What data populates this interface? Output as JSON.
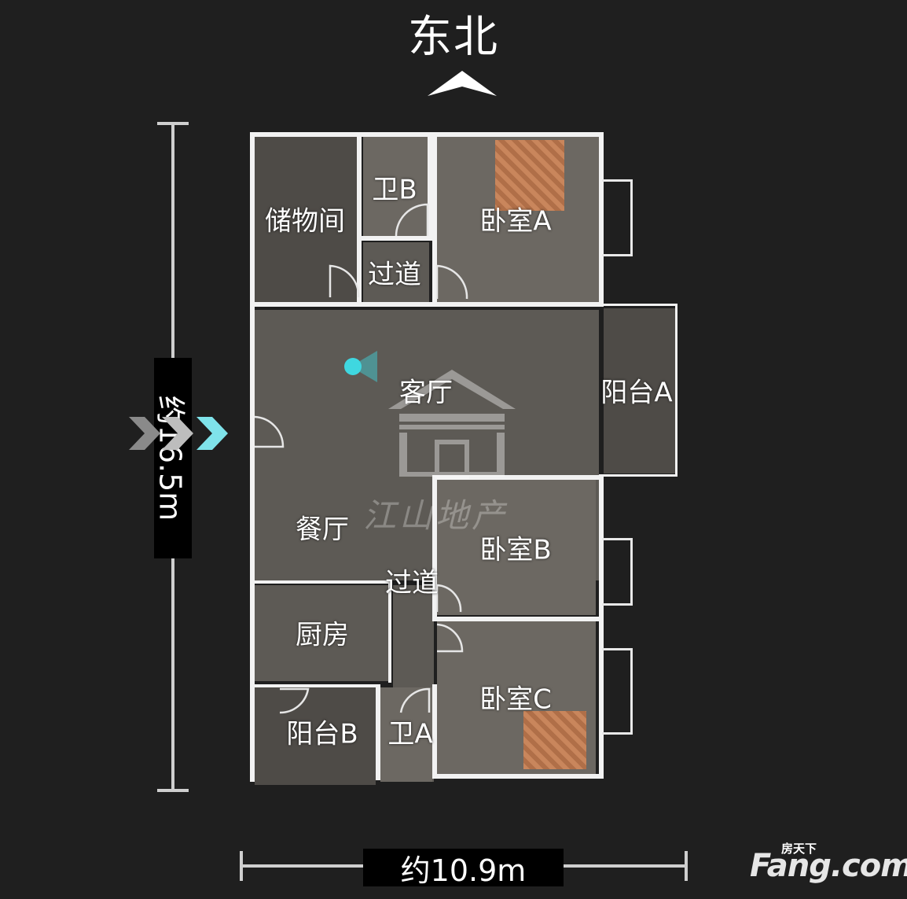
{
  "orientation": {
    "direction": "东北"
  },
  "dimensions": {
    "depth_label": "约16.5m",
    "width_label": "约10.9m"
  },
  "rooms": {
    "storage": "储物间",
    "bath_b": "卫B",
    "corridor_north": "过道",
    "bedroom_a": "卧室A",
    "living_room": "客厅",
    "balcony_a": "阳台A",
    "dining_room": "餐厅",
    "corridor_south": "过道",
    "bedroom_b": "卧室B",
    "kitchen": "厨房",
    "bedroom_c": "卧室C",
    "balcony_b": "阳台B",
    "bath_a": "卫A"
  },
  "watermarks": {
    "agency": "江山地产",
    "brand_small": "房天下",
    "brand_main": "Fang.com"
  },
  "colors": {
    "background": "#1f1f1f",
    "wall": "#f2f2f2",
    "marker": "#3fd7e0"
  }
}
